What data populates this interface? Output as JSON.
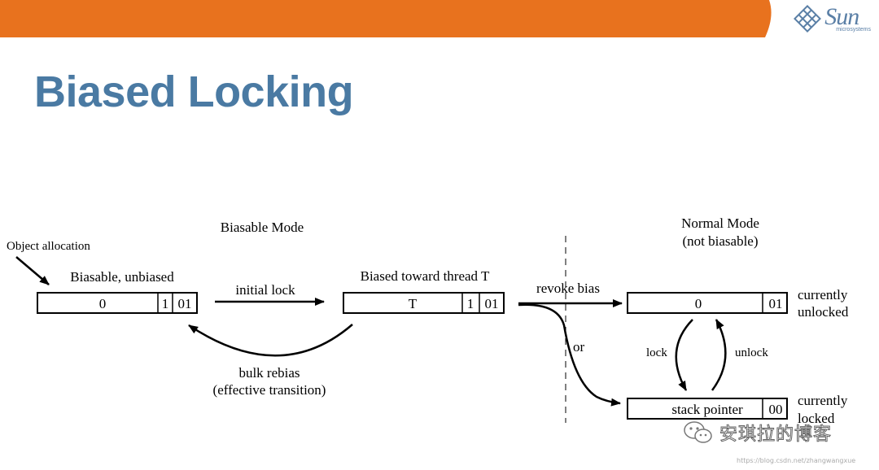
{
  "header": {
    "logo_word": "Sun",
    "logo_sub": "microsystems",
    "colors": {
      "banner": "#E8721E",
      "title": "#4A7AA3"
    }
  },
  "title": "Biased Locking",
  "diagram": {
    "modes": {
      "biasable": "Biasable Mode",
      "normal_line1": "Normal Mode",
      "normal_line2": "(not biasable)"
    },
    "object_allocation": "Object allocation",
    "states": {
      "unbiased": {
        "label": "Biasable, unbiased",
        "field": "0",
        "bias_bit": "1",
        "lock_bits": "01"
      },
      "biased": {
        "label": "Biased toward thread T",
        "field": "T",
        "bias_bit": "1",
        "lock_bits": "01"
      },
      "unlocked": {
        "field": "0",
        "lock_bits": "01",
        "label_line1": "currently",
        "label_line2": "unlocked"
      },
      "locked": {
        "field": "stack pointer",
        "lock_bits": "00",
        "label_line1": "currently",
        "label_line2": "locked"
      }
    },
    "transitions": {
      "initial_lock": "initial lock",
      "bulk_rebias_line1": "bulk rebias",
      "bulk_rebias_line2": "(effective transition)",
      "revoke_bias": "revoke bias",
      "or": "or",
      "lock": "lock",
      "unlock": "unlock"
    }
  },
  "watermark": {
    "text": "安琪拉的博客",
    "icon": "wechat-icon",
    "url": "https://blog.csdn.net/zhangwangxue"
  }
}
